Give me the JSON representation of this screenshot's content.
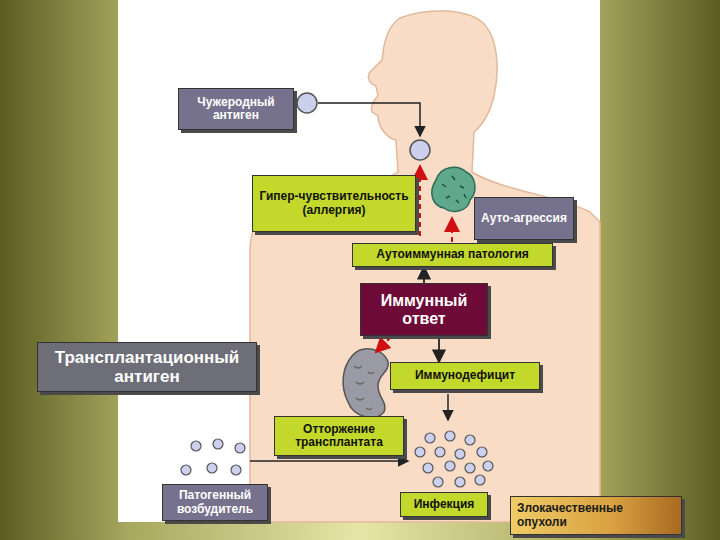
{
  "diagram": {
    "nodes": [
      {
        "text": [
          "Чужеродный антиген"
        ]
      },
      {
        "text": [
          "Гипер-чувствительность (аллергия)"
        ]
      },
      {
        "text": [
          "Ауто-агрессия"
        ]
      },
      {
        "text": [
          "Аутоиммунная патология"
        ]
      },
      {
        "text": [
          "Иммунный ответ"
        ]
      },
      {
        "text": [
          "Трансплантационный антиген"
        ]
      },
      {
        "text": [
          "Иммунодефицит"
        ]
      },
      {
        "text": [
          "Отторжение трансплантата"
        ]
      },
      {
        "text": [
          "Патогенный возбудитель"
        ]
      },
      {
        "text": [
          "Инфекция"
        ]
      },
      {
        "text": [
          "Злокачественные опухоли"
        ]
      }
    ],
    "edges": [
      {
        "from": 4,
        "to": 3,
        "arrow": "to"
      },
      {
        "from": 4,
        "to": 6,
        "arrow": "to"
      }
    ]
  }
}
